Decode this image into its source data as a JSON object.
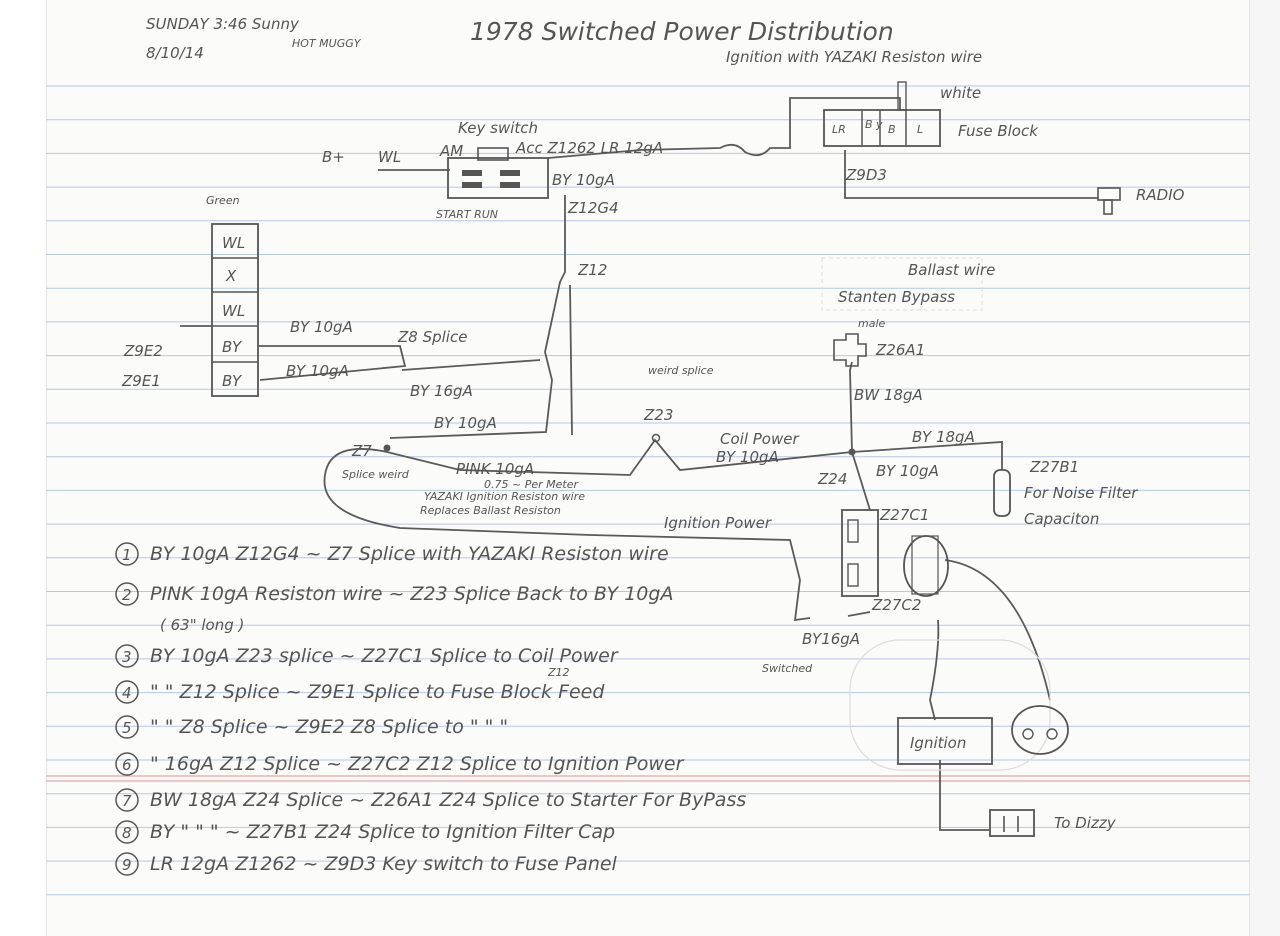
{
  "header": {
    "date_line1": "SUNDAY 3:46  Sunny",
    "date_line2": "8/10/14",
    "weather": "HOT MUGGY",
    "title": "1978  Switched  Power  Distribution",
    "subtitle": "Ignition  with  YAZAKI  Resiston  wire"
  },
  "diagram": {
    "b_plus": "B+",
    "wl_label": "WL",
    "am": "AM",
    "key_switch": "Key switch",
    "acc_label": "Acc  Z1262  LR 12gA",
    "start_run": "START  RUN",
    "by10ga_top": "BY 10gA",
    "z12g4": "Z12G4",
    "z12": "Z12",
    "fuse_cells": [
      "LR",
      "B y",
      "B",
      "L"
    ],
    "white": "white",
    "fuse_block": "Fuse Block",
    "z9d3": "Z9D3",
    "radio": "RADIO",
    "green": "Green",
    "connector_cells": [
      "WL",
      "X",
      "WL",
      "BY",
      "BY"
    ],
    "z9e2": "Z9E2",
    "z9e1": "Z9E1",
    "by10ga_1": "BY 10gA",
    "by10ga_2": "BY 10gA",
    "by16ga": "BY 16gA",
    "by10ga_3": "BY 10gA",
    "z8_splice": "Z8 Splice",
    "ballast_wire": "Ballast wire",
    "starter_bypass": "Stanten Bypass",
    "male": "male",
    "z26a1": "Z26A1",
    "bw18ga": "BW 18gA",
    "weird_splice": "weird splice",
    "z23": "Z23",
    "coil_power": "Coil Power",
    "by10ga_coil": "BY 10gA",
    "by18ga": "BY 18gA",
    "z24": "Z24",
    "by10ga_z24": "BY 10gA",
    "z27b1": "Z27B1",
    "noise_filter": "For Noise Filter",
    "capacitor": "Capaciton",
    "z7": "Z7",
    "splice_weird": "Splice weird",
    "pink": "PINK 10gA",
    "resist_note_1": "0.75 ~ Per Meter",
    "resist_note_2": "YAZAKI Ignition Resiston wire",
    "resist_note_3": "Replaces Ballast Resiston",
    "ignition_power": "Ignition Power",
    "z27c1": "Z27C1",
    "z27c2": "Z27C2",
    "by16ga_bottom": "BY16gA",
    "ignition_box": "Ignition",
    "to_dizzy": "To Dizzy"
  },
  "notes": [
    {
      "num": "1",
      "text": "BY 10gA   Z12G4  ~  Z7 Splice with YAZAKI Resiston wire"
    },
    {
      "num": "2",
      "text": "PINK 10gA Resiston wire  ~  Z23 Splice Back to BY 10gA"
    },
    {
      "num": "",
      "text": "( 63\" long )"
    },
    {
      "num": "3",
      "text": "BY 10gA    Z23 splice  ~  Z27C1   Splice to Coil Power"
    },
    {
      "num": "4",
      "text": "\"  \"   Z12 Splice  ~  Z9E1    Splice to Fuse Block  Feed"
    },
    {
      "num": "5",
      "text": "\"  \"   Z8 Splice  ~  Z9E2    Z8 Splice to  \"  \"   \""
    },
    {
      "num": "6",
      "text": "\"  16gA  Z12 Splice  ~  Z27C2   Z12 Splice  to  Ignition Power"
    },
    {
      "num": "7",
      "text": "BW 18gA  Z24 Splice  ~  Z26A1   Z24 Splice to Starter For ByPass"
    },
    {
      "num": "8",
      "text": "BY  \"  \"  \"   ~  Z27B1   Z24 Splice to Ignition Filter Cap"
    },
    {
      "num": "9",
      "text": "LR  12gA  Z1262  ~  Z9D3   Key switch  to  Fuse Panel"
    }
  ],
  "note_superscripts": {
    "z12_above": "Z12",
    "switched": "Switched"
  },
  "colors": {
    "paper": "#fbfbf9",
    "rule_blue": "#b6c7ea",
    "margin_red": "#e9a3a3",
    "pencil": "#555555"
  }
}
